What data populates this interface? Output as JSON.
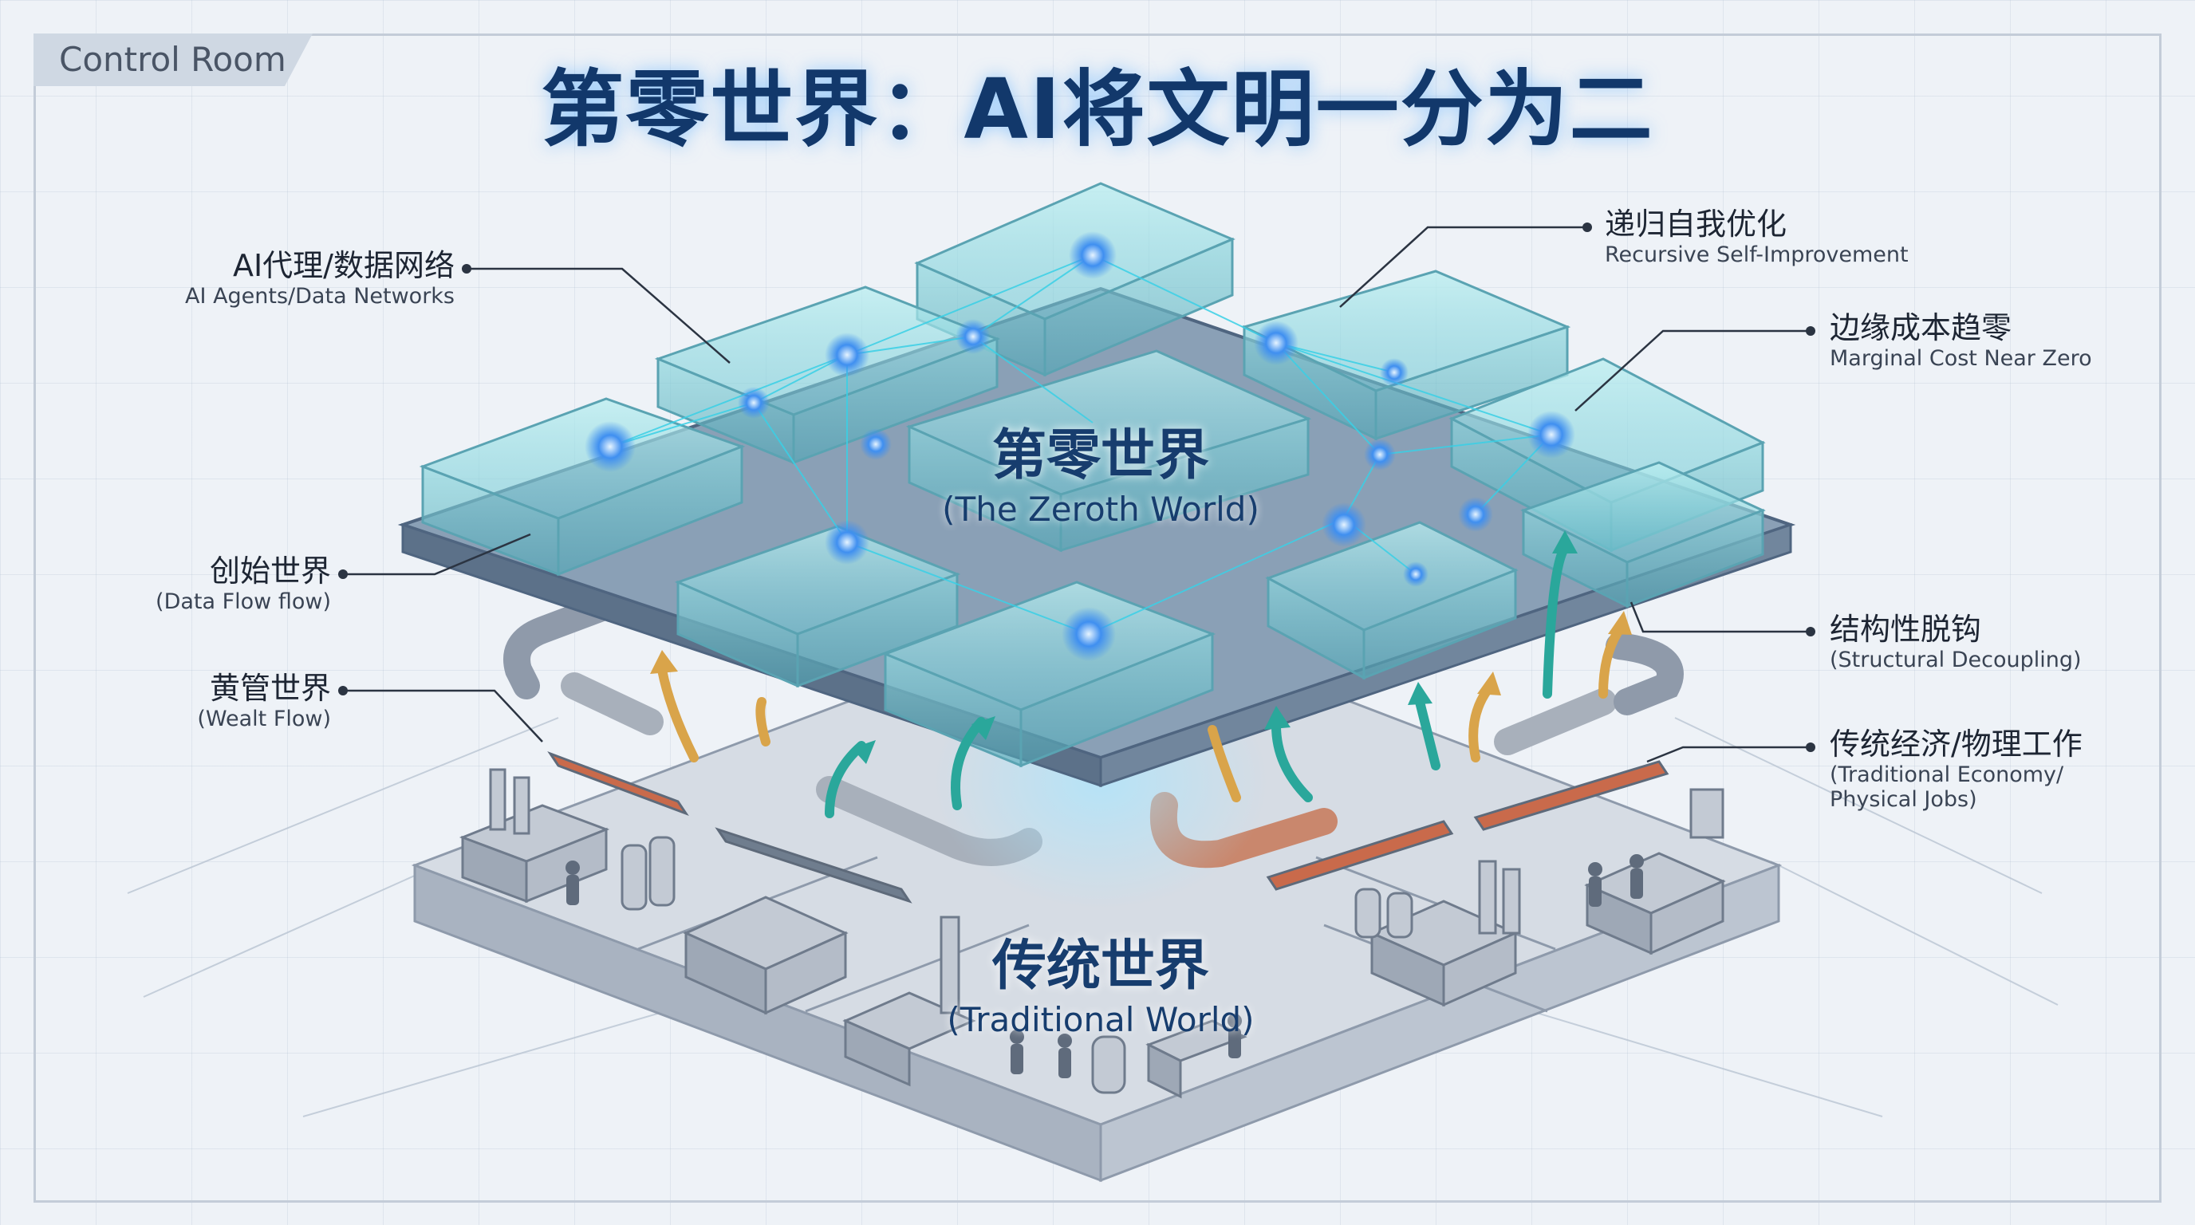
{
  "page": {
    "corner_label": "Control Room",
    "title": "第零世界：AI将文明一分为二"
  },
  "zeroth_world": {
    "cn": "第零世界",
    "en": "(The Zeroth World)"
  },
  "traditional_world": {
    "cn": "传统世界",
    "en": "(Traditional World)"
  },
  "callouts": {
    "ai_agents": {
      "cn": "AI代理/数据网络",
      "en": "AI Agents/Data Networks"
    },
    "creation_world": {
      "cn": "创始世界",
      "en": "(Data Flow flow)"
    },
    "yellow_pipe_world": {
      "cn": "黄管世界",
      "en": "(Wealt Flow)"
    },
    "recursive": {
      "cn": "递归自我优化",
      "en": "Recursive Self-Improvement"
    },
    "marginal_cost": {
      "cn": "边缘成本趋零",
      "en": "Marginal Cost Near Zero"
    },
    "decoupling": {
      "cn": "结构性脱钩",
      "en": "(Structural Decoupling)"
    },
    "traditional_economy": {
      "cn": "传统经济/物理工作",
      "en": "(Traditional Economy/",
      "en2": "Physical Jobs)"
    }
  },
  "colors": {
    "title": "#12386b",
    "glass": "#7fd6e0",
    "node": "#3f8ff0",
    "ground": "#c9d0d9",
    "pipe_warm": "#d27a52",
    "arrow_teal": "#2aa79b",
    "arrow_gold": "#d9a44a"
  }
}
